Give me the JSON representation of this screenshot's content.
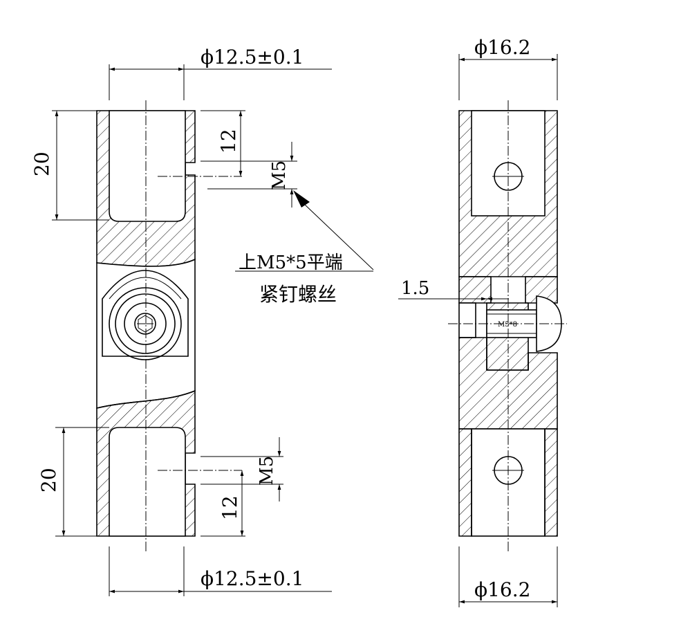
{
  "left_view": {
    "top_diameter": "ϕ12.5±0.1",
    "bottom_diameter": "ϕ12.5±0.1",
    "top_depth": "20",
    "bottom_depth": "20",
    "top_hole_offset": "12",
    "bottom_hole_offset": "12",
    "top_thread": "M5",
    "bottom_thread": "M5"
  },
  "callout": {
    "line1": "上M5*5平端",
    "line2": "紧钉螺丝"
  },
  "right_view": {
    "top_diameter": "ϕ16.2",
    "bottom_diameter": "ϕ16.2",
    "gap": "1.5",
    "screw_label": "M5*8"
  }
}
